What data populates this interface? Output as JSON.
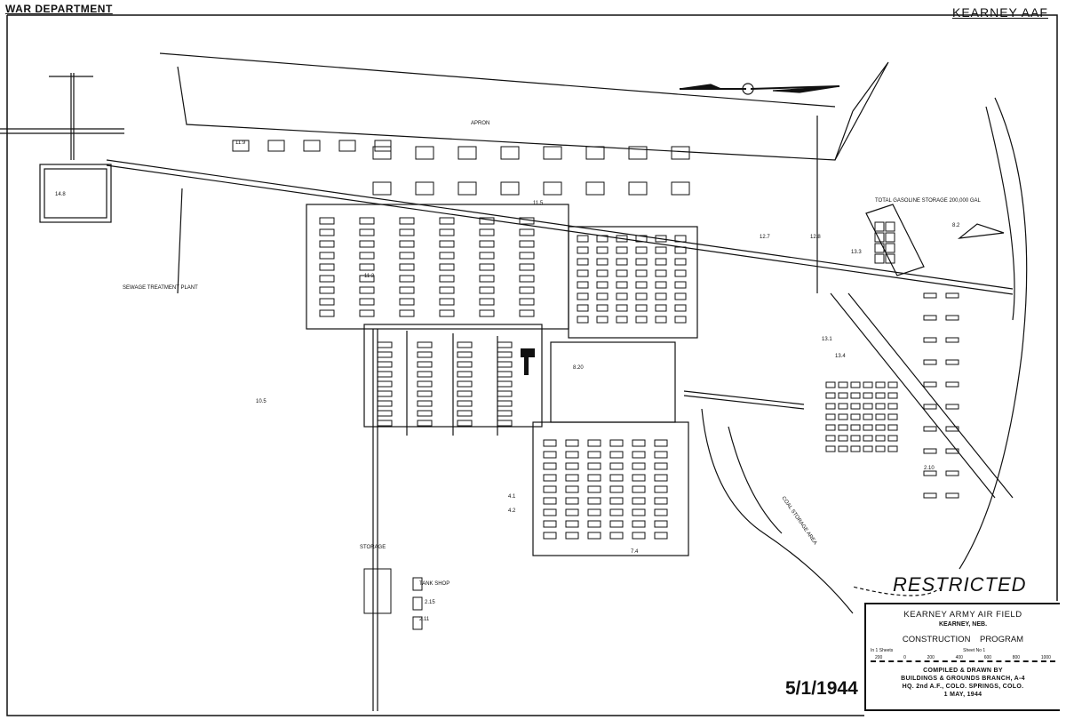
{
  "header": {
    "left": "WAR DEPARTMENT",
    "right": "KEARNEY AAF"
  },
  "stamp": {
    "classification": "RESTRICTED",
    "date": "5/1/1944"
  },
  "title_block": {
    "title": "KEARNEY ARMY AIR FIELD",
    "location": "KEARNEY, NEB.",
    "subtitle": "CONSTRUCTION    PROGRAM",
    "sheets": "In 1 Sheets",
    "sheet_no": "Sheet No 1",
    "scale_ticks": [
      "200",
      "0",
      "200",
      "400",
      "600",
      "800",
      "1000"
    ],
    "compiled": "COMPILED & DRAWN BY",
    "branch": "BUILDINGS & GROUNDS BRANCH, A-4",
    "hq": "HQ. 2nd A.F., COLO. SPRINGS, COLO.",
    "issued": "1  MAY,  1944"
  },
  "map_labels": {
    "apron": "APRON",
    "sewage": "SEWAGE TREATMENT PLANT",
    "gas_storage": "TOTAL GASOLINE STORAGE 200,000 GAL",
    "coal": "COAL STORAGE AREA",
    "storage": "STORAGE",
    "tank_shop": "TANK SHOP",
    "b_14_8": "14.8",
    "b_11_9": "11.9",
    "b_11_5": "11.5",
    "b_11_2": "11.2",
    "b_12_7": "12.7",
    "b_12_8": "12.8",
    "b_13_3": "13.3",
    "b_13_1": "13.1",
    "b_13_4": "13.4",
    "b_8_2": "8.2",
    "b_10_5": "10.5",
    "b_8_20": "8.20",
    "b_2_10": "2.10",
    "b_7_4": "7.4",
    "b_4_1": "4.1",
    "b_4_2": "4.2",
    "b_2_15": "2.15",
    "b_2_11": "2.11"
  }
}
